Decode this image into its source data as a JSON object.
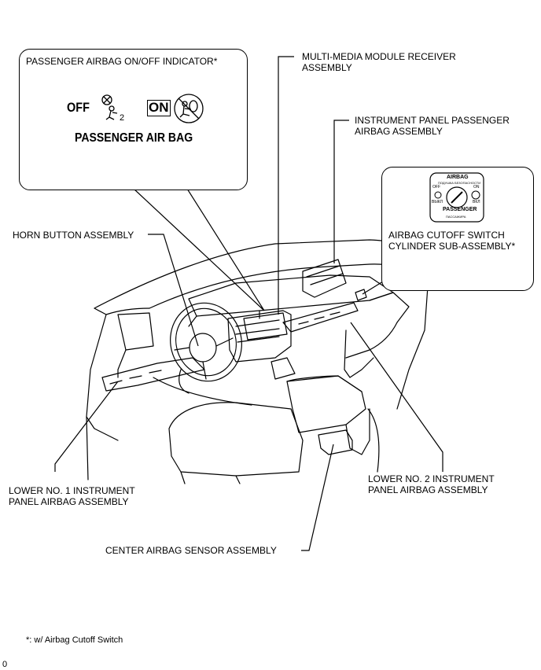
{
  "labels": {
    "indicator_title": "PASSENGER AIRBAG ON/OFF INDICATOR*",
    "indicator_off": "OFF",
    "indicator_on": "ON",
    "indicator_caption": "PASSENGER AIR BAG",
    "multimedia_line1": "MULTI-MEDIA MODULE RECEIVER",
    "multimedia_line2": "ASSEMBLY",
    "ip_passenger_line1": "INSTRUMENT PANEL PASSENGER",
    "ip_passenger_line2": "AIRBAG ASSEMBLY",
    "horn_button": "HORN BUTTON ASSEMBLY",
    "cutoff_line1": "AIRBAG CUTOFF SWITCH",
    "cutoff_line2": "CYLINDER SUB-ASSEMBLY*",
    "lower1_line1": "LOWER NO. 1 INSTRUMENT",
    "lower1_line2": "PANEL AIRBAG ASSEMBLY",
    "lower2_line1": "LOWER NO. 2 INSTRUMENT",
    "lower2_line2": "PANEL AIRBAG ASSEMBLY",
    "center_sensor": "CENTER AIRBAG SENSOR ASSEMBLY",
    "footnote": "*: w/ Airbag Cutoff Switch",
    "page_mark": "0"
  },
  "switch_face": {
    "top": "AIRBAG",
    "top_sub": "ПОДУШКА БЕЗОПАСНОСТИ",
    "off": "OFF",
    "on": "ON",
    "off_ru": "ВЫКЛ",
    "on_ru": "ВКЛ",
    "bottom": "PASSENGER",
    "bottom_ru": "ПАССАЖИРА"
  }
}
